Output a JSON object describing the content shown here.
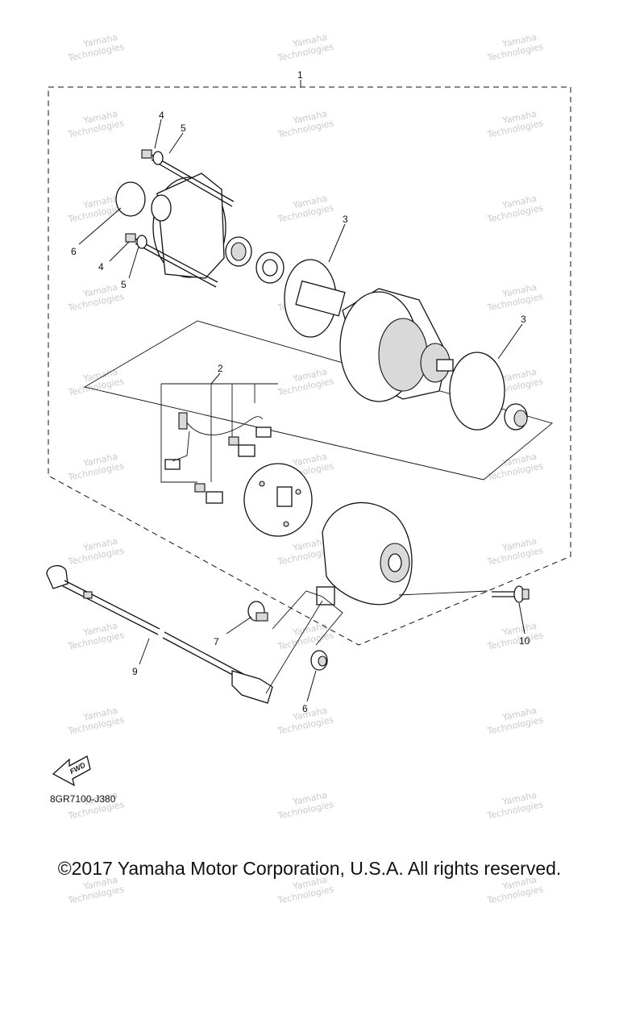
{
  "diagram": {
    "code": "8GR7100-J380",
    "fwd_label": "FWD",
    "callouts": [
      {
        "id": "c1",
        "label": "1"
      },
      {
        "id": "c2",
        "label": "2"
      },
      {
        "id": "c3a",
        "label": "3"
      },
      {
        "id": "c3b",
        "label": "3"
      },
      {
        "id": "c4a",
        "label": "4"
      },
      {
        "id": "c4b",
        "label": "4"
      },
      {
        "id": "c5a",
        "label": "5"
      },
      {
        "id": "c5b",
        "label": "5"
      },
      {
        "id": "c6a",
        "label": "6"
      },
      {
        "id": "c6b",
        "label": "6"
      },
      {
        "id": "c7",
        "label": "7"
      },
      {
        "id": "c9",
        "label": "9"
      },
      {
        "id": "c10",
        "label": "10"
      }
    ]
  },
  "watermark": {
    "line1": "Yamaha",
    "line2": "Technologies"
  },
  "footer": {
    "copyright": "©2017 Yamaha Motor Corporation, U.S.A. All rights reserved."
  }
}
